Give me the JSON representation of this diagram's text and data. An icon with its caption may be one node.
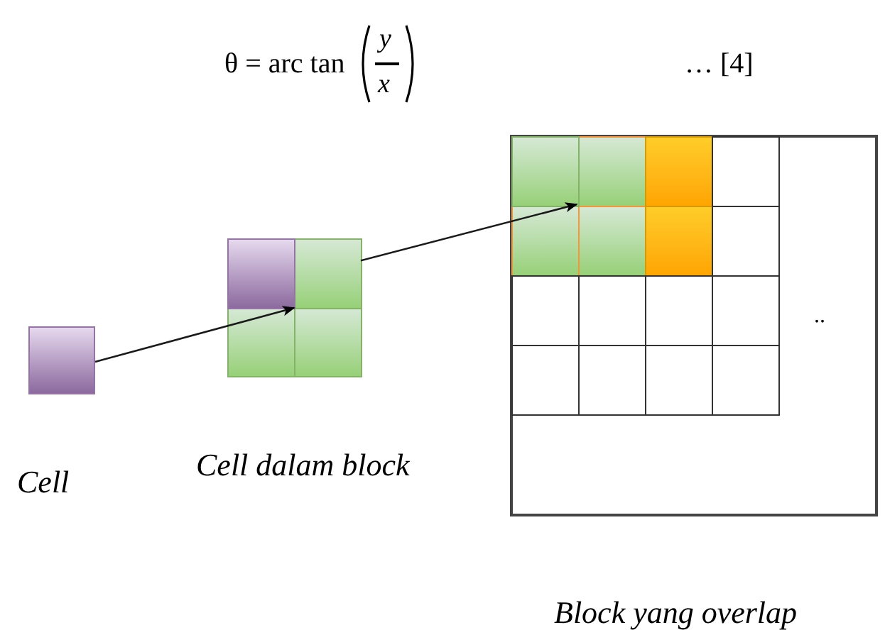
{
  "diagram": {
    "nodes": [
      {
        "text": [],
        "shape": "box",
        "beside": [
          "Cell"
        ]
      },
      {
        "text": [],
        "shape": "box",
        "beside": [
          "Cell dalam block"
        ]
      },
      {
        "text": [],
        "shape": "box",
        "in": 1
      },
      {
        "text": [],
        "shape": "box",
        "beside": [
          "Block yang overlap"
        ]
      },
      {
        "text": [],
        "shape": "box",
        "in": 3
      }
    ],
    "edges": [
      {
        "from": 0,
        "to": 2,
        "arrow": "to"
      },
      {
        "from": 1,
        "to": 4,
        "arrow": "to"
      }
    ],
    "labels": [
      "θ = arc tan",
      "y",
      "x",
      "… [4]",
      ".."
    ]
  }
}
